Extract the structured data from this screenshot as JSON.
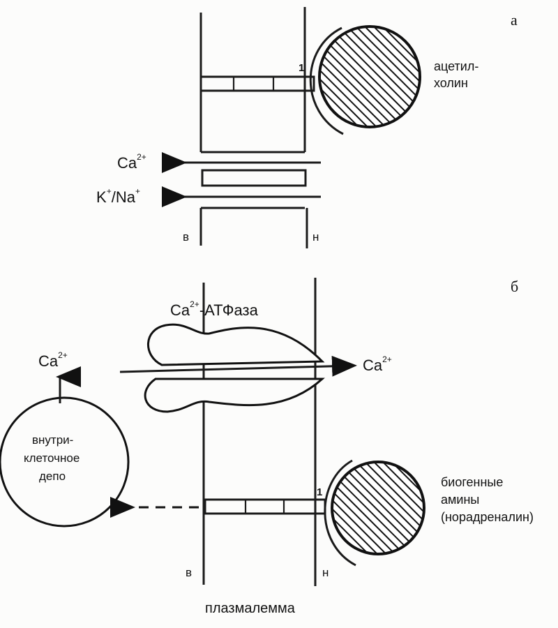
{
  "panel_a": {
    "letter": "а",
    "site_number": "1",
    "ligand_line1": "ацетил-",
    "ligand_line2": "холин",
    "ion1": "Ca",
    "ion1_charge": "2+",
    "ion2_k": "K",
    "ion2_k_charge": "+",
    "ion2_na": "/Na",
    "ion2_na_charge": "+",
    "side_inner": "в",
    "side_outer": "н"
  },
  "panel_b": {
    "letter": "б",
    "pump_ion": "Ca",
    "pump_ion_charge": "2+",
    "pump_name": "-АТФаза",
    "left_ion": "Ca",
    "left_ion_charge": "2+",
    "right_ion": "Ca",
    "right_ion_charge": "2+",
    "depot_line1": "внутри-",
    "depot_line2": "клеточное",
    "depot_line3": "депо",
    "site_number": "1",
    "ligand_line1": "биогенные",
    "ligand_line2": "амины",
    "ligand_line3": "(норадреналин)",
    "side_inner": "в",
    "side_outer": "н"
  },
  "caption": "плазмалемма"
}
